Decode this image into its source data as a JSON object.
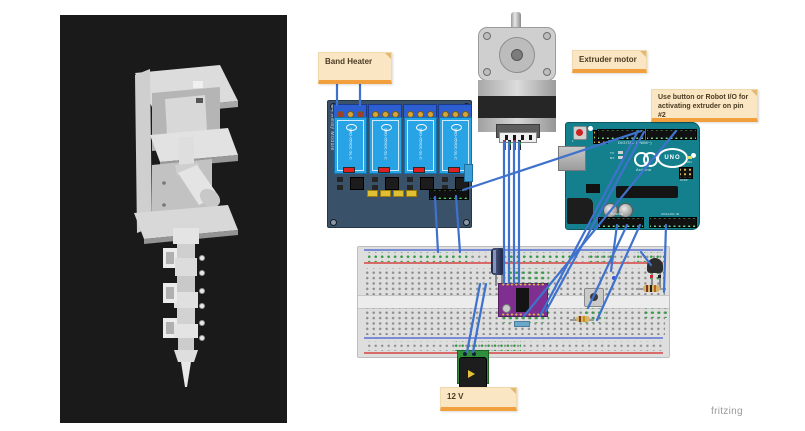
{
  "left_panel": {
    "description": "3D render of extruder assembly on black background"
  },
  "notes": {
    "band_heater": {
      "text": "Band Heater"
    },
    "extruder_motor": {
      "text": "Extruder motor"
    },
    "pin_note": {
      "text": "Use button or Robot I/O for activating extruder on pin #2"
    },
    "supply": {
      "text": "12 V"
    }
  },
  "relay_module": {
    "side_label": "4 Relay Module",
    "relay_label": "SRD-05VDC-SL-C"
  },
  "arduino": {
    "logo_text": "UNO",
    "brand": "Arduino",
    "labels": {
      "digital": "DIGITAL (PWM~)",
      "power": "POWER",
      "analog": "ANALOG IN",
      "icsp": "ICSP",
      "on": "ON",
      "l": "L",
      "tx": "TX",
      "rx": "RX"
    }
  },
  "watermark": "fritzing",
  "colors": {
    "wire_blue": "#3f72cc",
    "arduino_teal": "#14808e",
    "relay_blue": "#28a3e6",
    "relay_board_slate": "#3a5269",
    "note_bg": "#fbe6c3",
    "note_bar": "#f2a03d",
    "breadboard": "#dedede",
    "driver_purple": "#7e2f90",
    "power_module_green": "#2f8f3c",
    "panel_black": "#1a1a1a"
  }
}
